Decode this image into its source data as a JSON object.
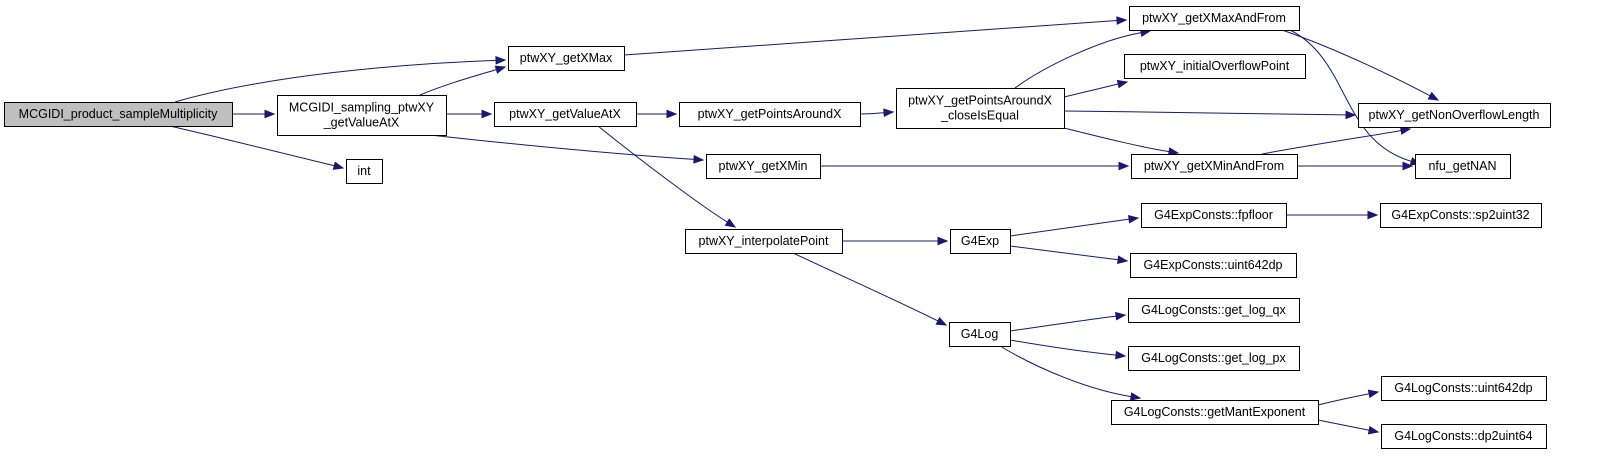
{
  "colors": {
    "edge": "#191970",
    "root_fill": "#bfbfbf",
    "node_fill": "#ffffff",
    "border": "#000000"
  },
  "nodes": [
    {
      "id": "MCGIDI_product_sampleMultiplicity",
      "lines": [
        "MCGIDI_product_sampleMultiplicity"
      ],
      "root": true
    },
    {
      "id": "ptwXY_getXMax",
      "lines": [
        "ptwXY_getXMax"
      ]
    },
    {
      "id": "MCGIDI_sampling_ptwXY_getValueAtX",
      "lines": [
        "MCGIDI_sampling_ptwXY",
        "_getValueAtX"
      ]
    },
    {
      "id": "int",
      "lines": [
        "int"
      ]
    },
    {
      "id": "ptwXY_getXMaxAndFrom",
      "lines": [
        "ptwXY_getXMaxAndFrom"
      ]
    },
    {
      "id": "ptwXY_getValueAtX",
      "lines": [
        "ptwXY_getValueAtX"
      ]
    },
    {
      "id": "ptwXY_getXMin",
      "lines": [
        "ptwXY_getXMin"
      ]
    },
    {
      "id": "ptwXY_interpolatePoint",
      "lines": [
        "ptwXY_interpolatePoint"
      ]
    },
    {
      "id": "ptwXY_getPointsAroundX",
      "lines": [
        "ptwXY_getPointsAroundX"
      ]
    },
    {
      "id": "ptwXY_getPointsAroundX_closeIsEqual",
      "lines": [
        "ptwXY_getPointsAroundX",
        "_closeIsEqual"
      ]
    },
    {
      "id": "ptwXY_initialOverflowPoint",
      "lines": [
        "ptwXY_initialOverflowPoint"
      ]
    },
    {
      "id": "ptwXY_getXMinAndFrom",
      "lines": [
        "ptwXY_getXMinAndFrom"
      ]
    },
    {
      "id": "ptwXY_getNonOverflowLength",
      "lines": [
        "ptwXY_getNonOverflowLength"
      ]
    },
    {
      "id": "nfu_getNAN",
      "lines": [
        "nfu_getNAN"
      ]
    },
    {
      "id": "G4Exp",
      "lines": [
        "G4Exp"
      ]
    },
    {
      "id": "G4ExpConsts_fpfloor",
      "lines": [
        "G4ExpConsts::fpfloor"
      ]
    },
    {
      "id": "G4ExpConsts_sp2uint32",
      "lines": [
        "G4ExpConsts::sp2uint32"
      ]
    },
    {
      "id": "G4ExpConsts_uint642dp",
      "lines": [
        "G4ExpConsts::uint642dp"
      ]
    },
    {
      "id": "G4Log",
      "lines": [
        "G4Log"
      ]
    },
    {
      "id": "G4LogConsts_get_log_qx",
      "lines": [
        "G4LogConsts::get_log_qx"
      ]
    },
    {
      "id": "G4LogConsts_get_log_px",
      "lines": [
        "G4LogConsts::get_log_px"
      ]
    },
    {
      "id": "G4LogConsts_getMantExponent",
      "lines": [
        "G4LogConsts::getMantExponent"
      ]
    },
    {
      "id": "G4LogConsts_uint642dp",
      "lines": [
        "G4LogConsts::uint642dp"
      ]
    },
    {
      "id": "G4LogConsts_dp2uint64",
      "lines": [
        "G4LogConsts::dp2uint64"
      ]
    }
  ],
  "edges": [
    {
      "from": "MCGIDI_product_sampleMultiplicity",
      "to": "ptwXY_getXMax"
    },
    {
      "from": "MCGIDI_product_sampleMultiplicity",
      "to": "MCGIDI_sampling_ptwXY_getValueAtX"
    },
    {
      "from": "MCGIDI_product_sampleMultiplicity",
      "to": "int"
    },
    {
      "from": "ptwXY_getXMax",
      "to": "ptwXY_getXMaxAndFrom"
    },
    {
      "from": "MCGIDI_sampling_ptwXY_getValueAtX",
      "to": "ptwXY_getXMax"
    },
    {
      "from": "MCGIDI_sampling_ptwXY_getValueAtX",
      "to": "ptwXY_getValueAtX"
    },
    {
      "from": "MCGIDI_sampling_ptwXY_getValueAtX",
      "to": "ptwXY_getXMin"
    },
    {
      "from": "ptwXY_getValueAtX",
      "to": "ptwXY_getPointsAroundX"
    },
    {
      "from": "ptwXY_getValueAtX",
      "to": "ptwXY_interpolatePoint"
    },
    {
      "from": "ptwXY_getPointsAroundX",
      "to": "ptwXY_getPointsAroundX_closeIsEqual"
    },
    {
      "from": "ptwXY_getPointsAroundX_closeIsEqual",
      "to": "ptwXY_getXMaxAndFrom"
    },
    {
      "from": "ptwXY_getPointsAroundX_closeIsEqual",
      "to": "ptwXY_initialOverflowPoint"
    },
    {
      "from": "ptwXY_getPointsAroundX_closeIsEqual",
      "to": "ptwXY_getNonOverflowLength"
    },
    {
      "from": "ptwXY_getPointsAroundX_closeIsEqual",
      "to": "ptwXY_getXMinAndFrom"
    },
    {
      "from": "ptwXY_getXMaxAndFrom",
      "to": "ptwXY_getNonOverflowLength"
    },
    {
      "from": "ptwXY_getXMaxAndFrom",
      "to": "nfu_getNAN"
    },
    {
      "from": "ptwXY_getXMin",
      "to": "ptwXY_getXMinAndFrom"
    },
    {
      "from": "ptwXY_getXMinAndFrom",
      "to": "ptwXY_getNonOverflowLength"
    },
    {
      "from": "ptwXY_getXMinAndFrom",
      "to": "nfu_getNAN"
    },
    {
      "from": "ptwXY_interpolatePoint",
      "to": "G4Exp"
    },
    {
      "from": "ptwXY_interpolatePoint",
      "to": "G4Log"
    },
    {
      "from": "G4Exp",
      "to": "G4ExpConsts_fpfloor"
    },
    {
      "from": "G4Exp",
      "to": "G4ExpConsts_uint642dp"
    },
    {
      "from": "G4ExpConsts_fpfloor",
      "to": "G4ExpConsts_sp2uint32"
    },
    {
      "from": "G4Log",
      "to": "G4LogConsts_get_log_qx"
    },
    {
      "from": "G4Log",
      "to": "G4LogConsts_get_log_px"
    },
    {
      "from": "G4Log",
      "to": "G4LogConsts_getMantExponent"
    },
    {
      "from": "G4LogConsts_getMantExponent",
      "to": "G4LogConsts_uint642dp"
    },
    {
      "from": "G4LogConsts_getMantExponent",
      "to": "G4LogConsts_dp2uint64"
    }
  ]
}
